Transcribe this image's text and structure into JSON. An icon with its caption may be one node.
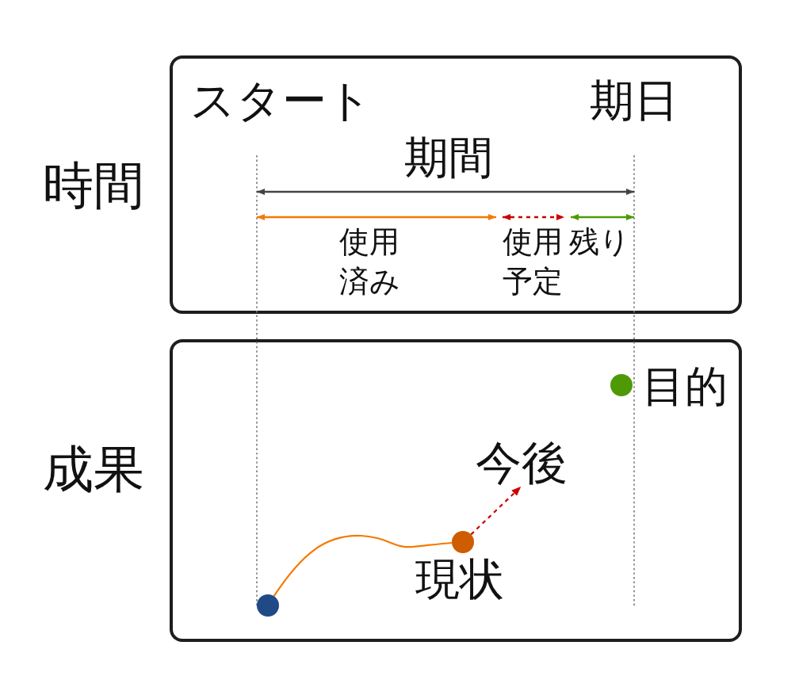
{
  "diagram": {
    "nodes": [
      {
        "text": [
          "時間"
        ]
      },
      {
        "text": [
          "成果"
        ]
      },
      {
        "text": [],
        "shape": "circle",
        "in": 1
      },
      {
        "text": [],
        "shape": "circle",
        "in": 1,
        "beside": [
          "現状"
        ]
      },
      {
        "text": [
          "今後"
        ],
        "in": 1
      },
      {
        "text": [],
        "shape": "circle",
        "in": 1,
        "beside": [
          "目的"
        ]
      }
    ],
    "edges": [
      {
        "from": 2,
        "to": 3,
        "arrow": "none",
        "color": "#f57900"
      },
      {
        "from": 3,
        "to": 4,
        "arrow": "to",
        "style": "dashed",
        "color": "#cc0000"
      }
    ],
    "labels": [
      "スタート",
      "期日",
      "期間",
      "使用済み",
      "使用予定",
      "残り"
    ]
  }
}
